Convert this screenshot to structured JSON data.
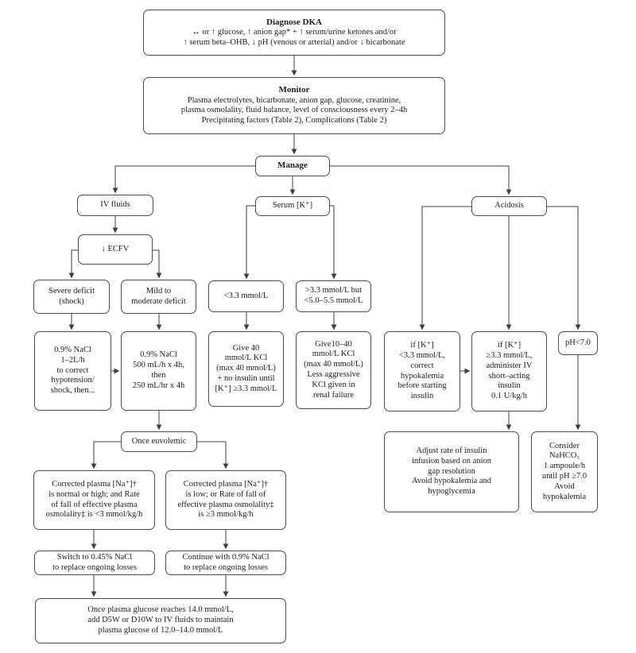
{
  "colors": {
    "box_border": "#4c4c4c",
    "box_fill": "#ffffff",
    "text": "#1d1d1d",
    "connector": "#3f3f3f",
    "background": "#ffffff"
  },
  "diagram": {
    "nodes": {
      "diagnose": {
        "title": "Diagnose DKA",
        "body": "↔ or ↑ glucose, ↑ anion gap* + ↑ serum/urine ketones and/or\n↑ serum beta–OHB, ↓ pH (venous or arterial) and/or ↓ bicarbonate"
      },
      "monitor": {
        "title": "Monitor",
        "body": "Plasma electrolytes, bicarbonate, anion gap, glucose, creatinine,\nplasma osmolality, fluid balance, level of consciousness every 2–4h\nPrecipitating factors (Table 2), Complications (Table 2)"
      },
      "manage": {
        "label": "Manage"
      },
      "iv_fluids": {
        "label": "IV fluids"
      },
      "serum_k": {
        "label": "Serum [K⁺]"
      },
      "acidosis": {
        "label": "Acidosis"
      },
      "ecfv": {
        "label": "↓ ECFV"
      },
      "severe_deficit": {
        "label": "Severe deficit\n(shock)"
      },
      "mild_deficit": {
        "label": "Mild to\nmoderate deficit"
      },
      "nacl_severe": {
        "label": "0.9% NaCl\n1–2L/h\nto correct\nhypotension/\nshock, then..."
      },
      "nacl_mild": {
        "label": "0.9% NaCl\n500 mL/h x 4h,\nthen\n250 mL/hr x 4h"
      },
      "k_low": {
        "label": "<3.3 mmol/L"
      },
      "k_mid": {
        "label": ">3.3 mmol/L but\n<5.0–5.5 mmol/L"
      },
      "give_40": {
        "label": "Give 40\nmmol/L KCl\n(max 40 mmol/L)\n+ no insulin until\n[K⁺] ≥3.3 mmol/L"
      },
      "give_10_40": {
        "label": "Give10–40\nmmol/L KCl\n(max 40 mmol/L)\nLess aggressive\nKCl given in\nrenal failure"
      },
      "k_correct": {
        "label": "if [K⁺]\n<3.3 mmol/L,\ncorrect\nhypokalemia\nbefore starting\ninsulin"
      },
      "k_insulin": {
        "label": "if [K⁺]\n≥3.3 mmol/L,\nadminister IV\nshort–acting\ninsulin\n0.1 U/kg/h"
      },
      "ph_low": {
        "label": "pH<7.0"
      },
      "adjust": {
        "label": "Adjust rate of insulin\ninfusion based on anion\ngap resolution\nAvoid hypokalemia and\nhypoglycemia"
      },
      "nahco3": {
        "label": "Consider\nNaHCO₃\n1 ampoule/h\nuntil pH ≥7.0\nAvoid\nhypokalemia"
      },
      "euvolemic": {
        "label": "Once euvolemic"
      },
      "corrected_high": {
        "label": "Corrected plasma [Na⁺]†\nis normal or high; and Rate\nof fall of effective plasma\nosmolality‡ is <3 mmol/kg/h"
      },
      "corrected_low": {
        "label": "Corrected plasma [Na⁺]†\nis low; or Rate of fall of\neffective plasma osmolality‡\nis ≥3 mmol/kg/h"
      },
      "switch_nacl": {
        "label": "Switch to 0.45% NaCl\nto replace ongoing losses"
      },
      "continue_nacl": {
        "label": "Continue with 0.9% NaCl\nto replace ongoing losses"
      },
      "glucose_target": {
        "label": "Once plasma glucose reaches 14.0 mmol/L,\nadd D5W or D10W to IV fluids to maintain\nplasma glucose of 12.0–14.0 mmol/L"
      }
    }
  }
}
